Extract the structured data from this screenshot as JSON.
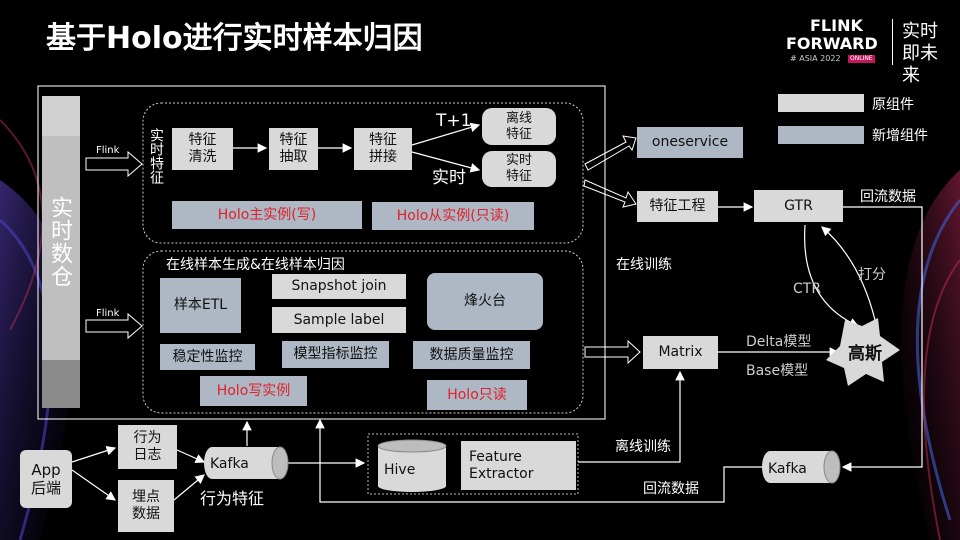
{
  "title": "基于Holo进行实时样本归因",
  "logo": {
    "line1": "FLINK",
    "line2": "FORWARD",
    "sub": "# ASIA 2022",
    "badge": "ONLINE",
    "cn": "实时即未来"
  },
  "legend": {
    "original": "原组件",
    "new": "新增组件"
  },
  "left_column": "实时数仓",
  "flink1": "Flink",
  "flink2": "Flink",
  "realtime_feature_label": "实时特征",
  "feature_boxes": [
    "特征清洗",
    "特征抽取",
    "特征拼接"
  ],
  "t_plus_1": "T+1",
  "realtime": "实时",
  "offline_feature": "离线特征",
  "realtime_feature": "实时特征",
  "holo_master": "Holo主实例(写)",
  "holo_slave": "Holo从实例(只读)",
  "online_section_title": "在线样本生成&在线样本归因",
  "sample_etl": "样本ETL",
  "snapshot_join": "Snapshot join",
  "sample_label": "Sample label",
  "fenghuotai": "烽火台",
  "stability": "稳定性监控",
  "model_metric": "模型指标监控",
  "data_quality": "数据质量监控",
  "holo_write": "Holo写实例",
  "holo_readonly": "Holo只读",
  "oneservice": "oneservice",
  "feature_engineering": "特征工程",
  "gtr": "GTR",
  "backflow1": "回流数据",
  "online_train": "在线训练",
  "ctr": "CTR",
  "score": "打分",
  "gauss": "高斯",
  "matrix": "Matrix",
  "delta_model": "Delta模型",
  "base_model": "Base模型",
  "app_backend": "App后端",
  "behavior_log": "行为日志",
  "tracking_data": "埋点数据",
  "kafka_left": "Kafka",
  "behavior_feature": "行为特征",
  "hive": "Hive",
  "feature_extractor": "Feature Extractor",
  "offline_train": "离线训练",
  "kafka_right": "Kafka",
  "backflow2": "回流数据"
}
